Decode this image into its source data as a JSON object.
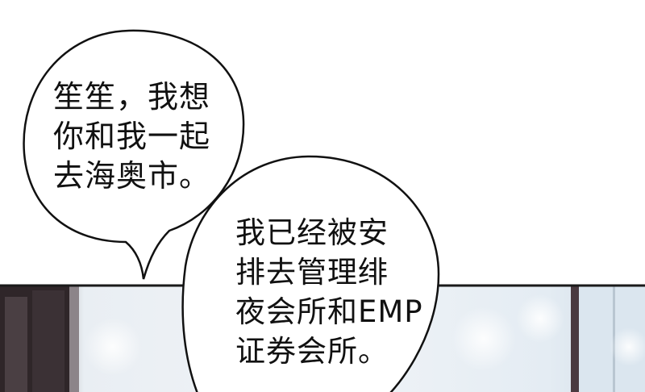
{
  "panel": {
    "bubbles": [
      {
        "lines": [
          "笙笙，我想",
          "你和我一起",
          "去海奥市。"
        ]
      },
      {
        "lines": [
          "我已经被安",
          "排去管理绯",
          "夜会所和EMP",
          "证券会所。"
        ]
      }
    ]
  },
  "colors": {
    "background": "#ffffff",
    "outline": "#111111",
    "panel_border": "#1a1a1a",
    "scene_light": "#eaf0f6",
    "scene_dark": "#2a2326"
  }
}
